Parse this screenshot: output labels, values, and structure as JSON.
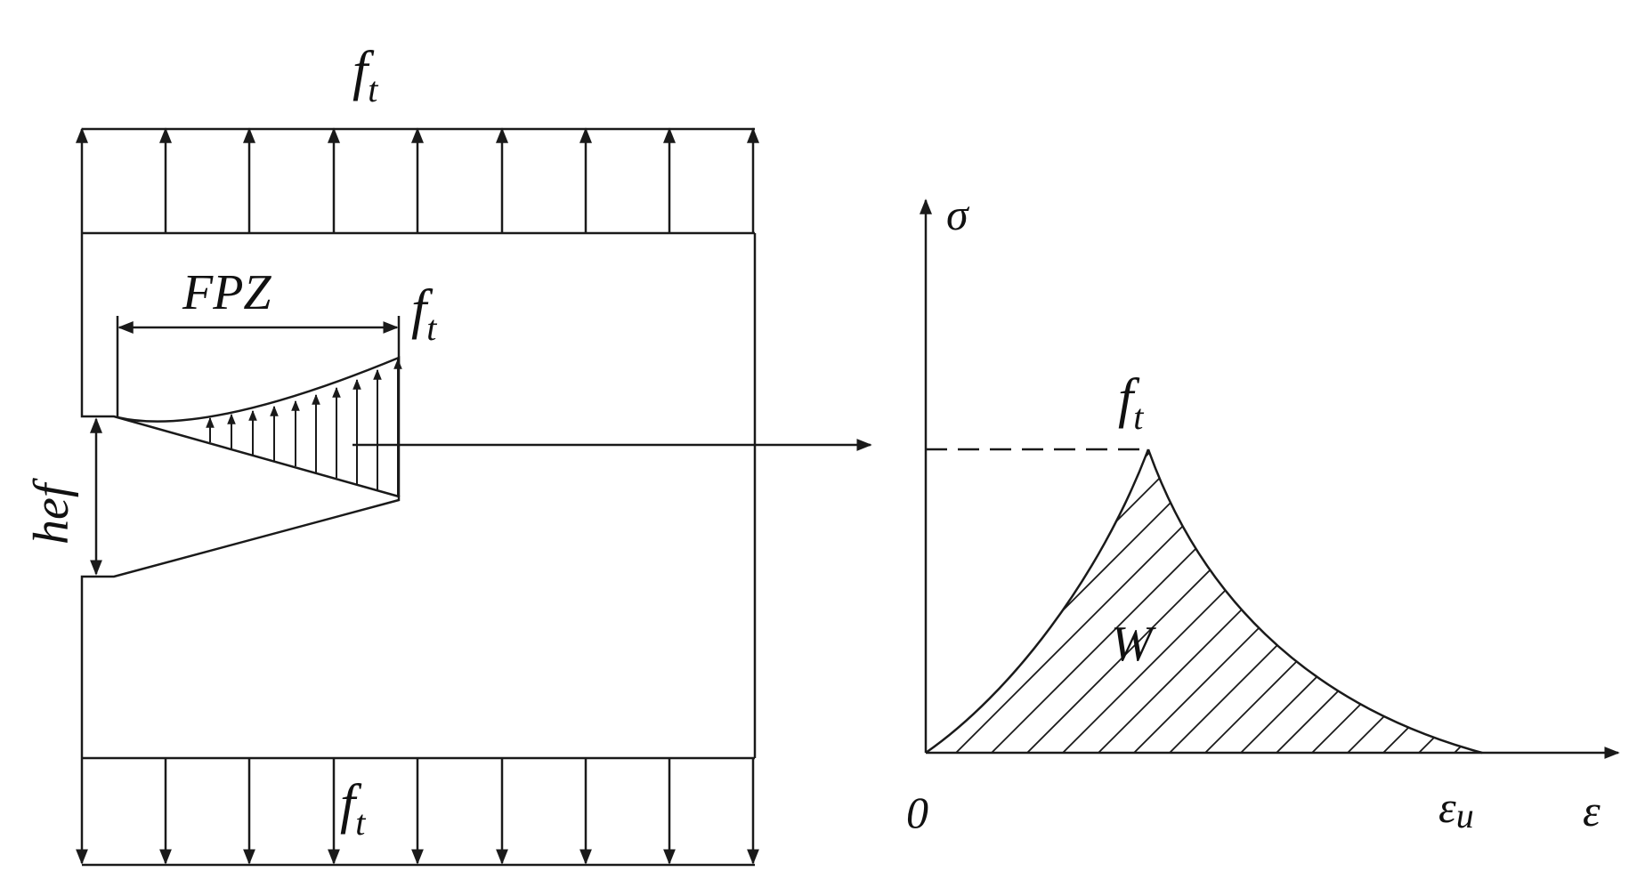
{
  "specimen": {
    "top_load_label": "f",
    "top_load_sub": "t",
    "bottom_load_label": "f",
    "bottom_load_sub": "t",
    "fpz_label": "FPZ",
    "crack_tip_label": "f",
    "crack_tip_sub": "t",
    "crack_height_label": "hef"
  },
  "curve": {
    "y_axis_label": "σ",
    "x_axis_label": "ε",
    "origin_label": "0",
    "peak_label": "f",
    "peak_sub": "t",
    "area_label": "W",
    "strain_limit_label": "ε",
    "strain_limit_sub": "u"
  },
  "colors": {
    "stroke": "#1a1a1a",
    "background": "#ffffff"
  }
}
